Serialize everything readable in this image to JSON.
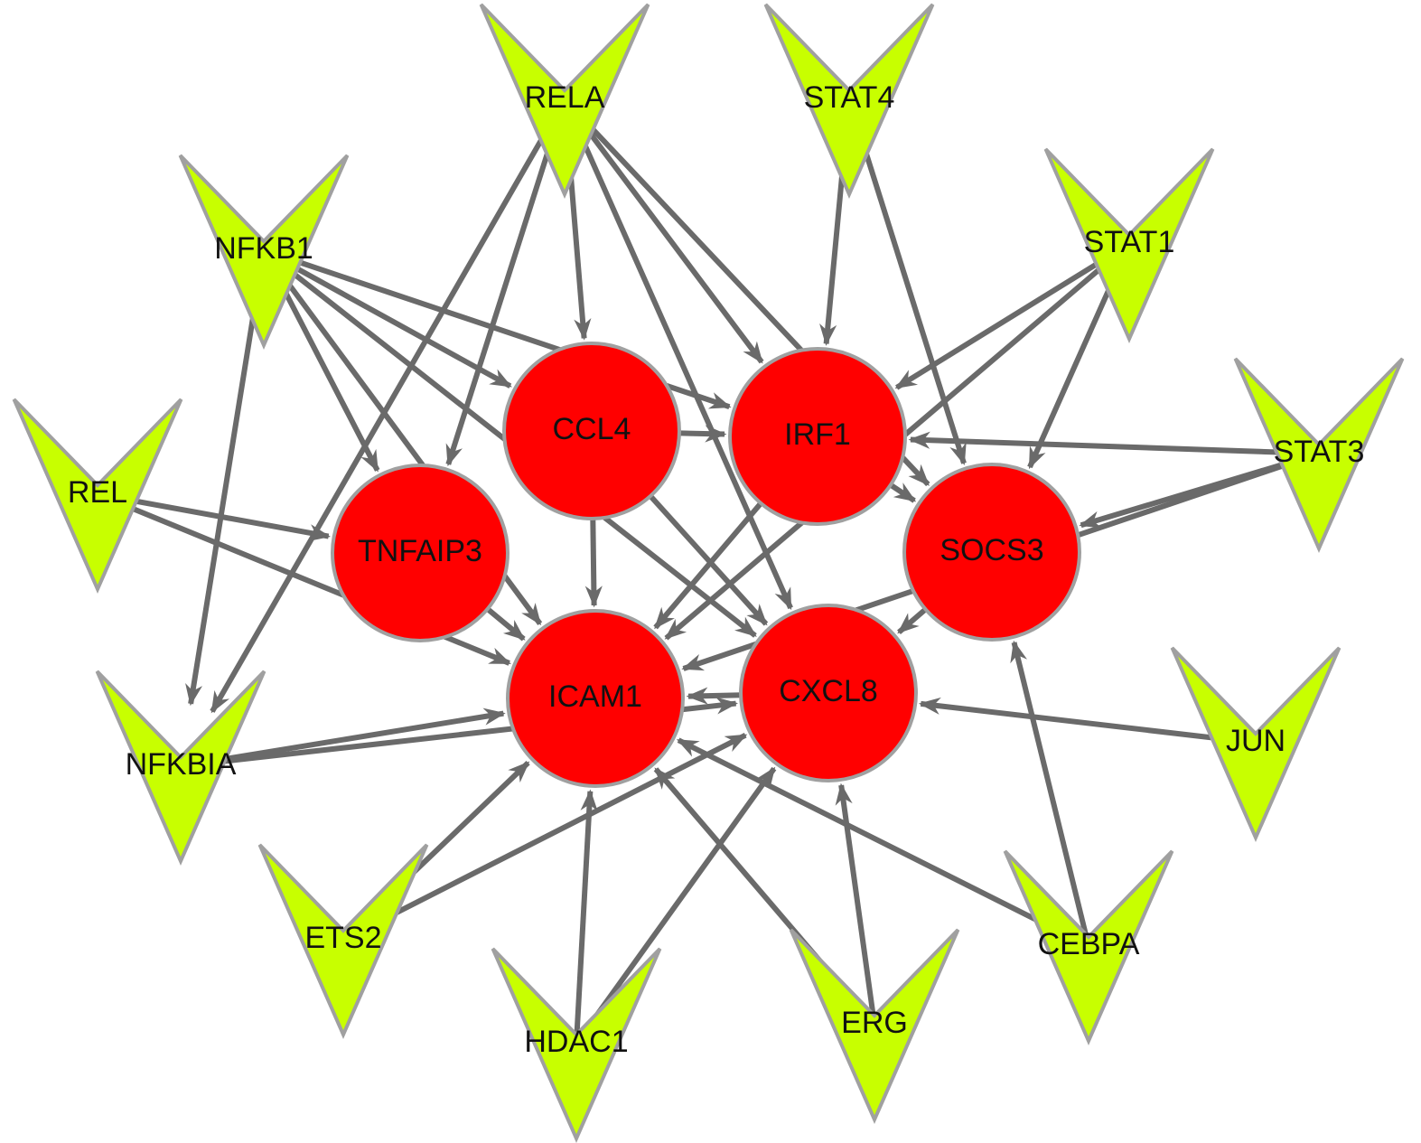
{
  "colors": {
    "regulator_fill": "#c8ff00",
    "target_fill": "#ff0000",
    "node_stroke": "#a0a0a0",
    "edge": "#6a6a6a"
  },
  "regulators": [
    {
      "id": "RELA",
      "label": "RELA"
    },
    {
      "id": "STAT4",
      "label": "STAT4"
    },
    {
      "id": "NFKB1",
      "label": "NFKB1"
    },
    {
      "id": "STAT1",
      "label": "STAT1"
    },
    {
      "id": "REL",
      "label": "REL"
    },
    {
      "id": "STAT3",
      "label": "STAT3"
    },
    {
      "id": "NFKBIA",
      "label": "NFKBIA"
    },
    {
      "id": "JUN",
      "label": "JUN"
    },
    {
      "id": "ETS2",
      "label": "ETS2"
    },
    {
      "id": "CEBPA",
      "label": "CEBPA"
    },
    {
      "id": "HDAC1",
      "label": "HDAC1"
    },
    {
      "id": "ERG",
      "label": "ERG"
    }
  ],
  "targets": [
    {
      "id": "CCL4",
      "label": "CCL4"
    },
    {
      "id": "IRF1",
      "label": "IRF1"
    },
    {
      "id": "TNFAIP3",
      "label": "TNFAIP3"
    },
    {
      "id": "SOCS3",
      "label": "SOCS3"
    },
    {
      "id": "ICAM1",
      "label": "ICAM1"
    },
    {
      "id": "CXCL8",
      "label": "CXCL8"
    }
  ],
  "edges": [
    [
      "RELA",
      "CCL4"
    ],
    [
      "RELA",
      "IRF1"
    ],
    [
      "RELA",
      "TNFAIP3"
    ],
    [
      "RELA",
      "CXCL8"
    ],
    [
      "RELA",
      "SOCS3"
    ],
    [
      "RELA",
      "NFKBIA"
    ],
    [
      "STAT4",
      "IRF1"
    ],
    [
      "STAT4",
      "SOCS3"
    ],
    [
      "NFKB1",
      "CCL4"
    ],
    [
      "NFKB1",
      "IRF1"
    ],
    [
      "NFKB1",
      "TNFAIP3"
    ],
    [
      "NFKB1",
      "ICAM1"
    ],
    [
      "NFKB1",
      "CXCL8"
    ],
    [
      "NFKB1",
      "NFKBIA"
    ],
    [
      "STAT1",
      "IRF1"
    ],
    [
      "STAT1",
      "SOCS3"
    ],
    [
      "STAT1",
      "ICAM1"
    ],
    [
      "REL",
      "TNFAIP3"
    ],
    [
      "REL",
      "ICAM1"
    ],
    [
      "STAT3",
      "IRF1"
    ],
    [
      "STAT3",
      "SOCS3"
    ],
    [
      "STAT3",
      "ICAM1"
    ],
    [
      "NFKBIA",
      "ICAM1"
    ],
    [
      "NFKBIA",
      "CXCL8"
    ],
    [
      "JUN",
      "CXCL8"
    ],
    [
      "ETS2",
      "ICAM1"
    ],
    [
      "ETS2",
      "CXCL8"
    ],
    [
      "CEBPA",
      "SOCS3"
    ],
    [
      "CEBPA",
      "ICAM1"
    ],
    [
      "HDAC1",
      "ICAM1"
    ],
    [
      "HDAC1",
      "CXCL8"
    ],
    [
      "ERG",
      "CXCL8"
    ],
    [
      "ERG",
      "ICAM1"
    ],
    [
      "CCL4",
      "ICAM1"
    ],
    [
      "CCL4",
      "CXCL8"
    ],
    [
      "CCL4",
      "IRF1"
    ],
    [
      "TNFAIP3",
      "ICAM1"
    ],
    [
      "IRF1",
      "ICAM1"
    ],
    [
      "IRF1",
      "SOCS3"
    ],
    [
      "SOCS3",
      "CXCL8"
    ],
    [
      "CXCL8",
      "ICAM1"
    ]
  ]
}
